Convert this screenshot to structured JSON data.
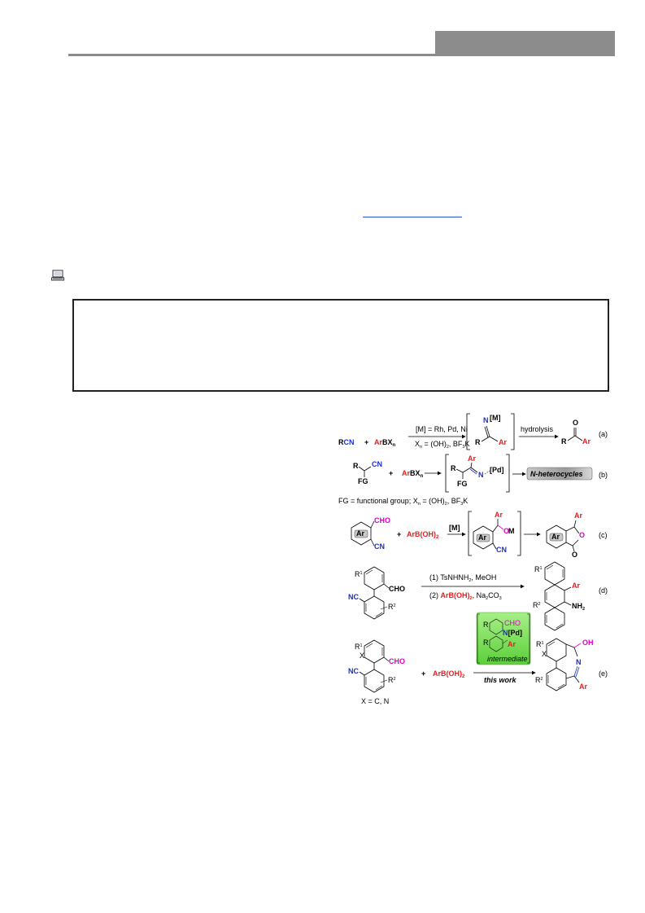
{
  "colors": {
    "header_gray": "#8c8c8c",
    "link_blue": "#2a4fd6",
    "reagent_red": "#e32020",
    "nitrile_blue": "#1a2cd6",
    "aldehyde_magenta": "#e000c8",
    "intermediate_green": "#7ed957"
  },
  "icons": {
    "computer": "computer-icon"
  },
  "scheme": {
    "a": {
      "r": "R",
      "cn": "CN",
      "plus": "+",
      "ar": "Ar",
      "bx": "BX",
      "n": "n",
      "cond1": "[M] = Rh, Pd, Ni",
      "cond2a": "X",
      "cond2b": "n",
      "cond2c": " = (OH)",
      "cond2d": "2",
      "cond2e": ", BF",
      "cond2f": "3",
      "cond2g": "K",
      "m": "[M]",
      "N": "N",
      "R": "R",
      "Ar": "Ar",
      "hydrolysis": "hydrolysis",
      "O": "O",
      "R2": "R",
      "Ar2": "Ar",
      "label": "(a)"
    },
    "b": {
      "R": "R",
      "CN": "CN",
      "FG": "FG",
      "plus": "+",
      "ar": "Ar",
      "bx": "BX",
      "n": "n",
      "Ar": "Ar",
      "R2": "R",
      "N": "N",
      "pd": "[Pd]",
      "FG2": "FG",
      "product": "N-heterocycles",
      "label": "(b)",
      "footnote1": "FG  = functional group; X",
      "footnote2": "n",
      "footnote3": " = (OH)",
      "footnote4": "2",
      "footnote5": ", BF",
      "footnote6": "3",
      "footnote7": "K"
    },
    "c": {
      "CHO": "CHO",
      "Ar": "Ar",
      "CN": "CN",
      "plus": "+",
      "reagent": "ArB(OH)",
      "sub2": "2",
      "m": "[M]",
      "Ar2": "Ar",
      "ArRing": "Ar",
      "O": "O",
      "M": "M",
      "CN2": "CN",
      "ArP": "Ar",
      "ArRing2": "Ar",
      "O2": "O",
      "O3": "O",
      "label": "(c)"
    },
    "d": {
      "R1": "R",
      "sup1": "1",
      "CHO": "CHO",
      "NC": "NC",
      "R2": "R",
      "sup2": "2",
      "step1a": "(1) TsNHNH",
      "step1b": "2",
      "step1c": ", MeOH",
      "step2a": "(2) ",
      "step2b": "ArB(OH)",
      "step2c": "2",
      "step2d": ", Na",
      "step2e": "2",
      "step2f": "CO",
      "step2g": "3",
      "pR1": "R",
      "psup1": "1",
      "pAr": "Ar",
      "pR2": "R",
      "psup2": "2",
      "pNH": "NH",
      "pNH2": "2",
      "label": "(d)"
    },
    "e": {
      "R1": "R",
      "sup1": "1",
      "X": "X",
      "CHO": "CHO",
      "NC": "NC",
      "R2": "R",
      "sup2": "2",
      "xnote": "X = C, N",
      "plus": "+",
      "reagent": "ArB(OH)",
      "sub2": "2",
      "iR1": "R",
      "iCHO": "CHO",
      "iN": "N",
      "iPd": "[Pd]",
      "iR2": "R",
      "iAr": "Ar",
      "intermediate": "intermediate",
      "thiswork": "this work",
      "pR1": "R",
      "psup1": "1",
      "pX": "X",
      "OH": "OH",
      "N": "N",
      "pR2": "R",
      "psup2": "2",
      "pAr": "Ar",
      "label": "(e)"
    }
  }
}
